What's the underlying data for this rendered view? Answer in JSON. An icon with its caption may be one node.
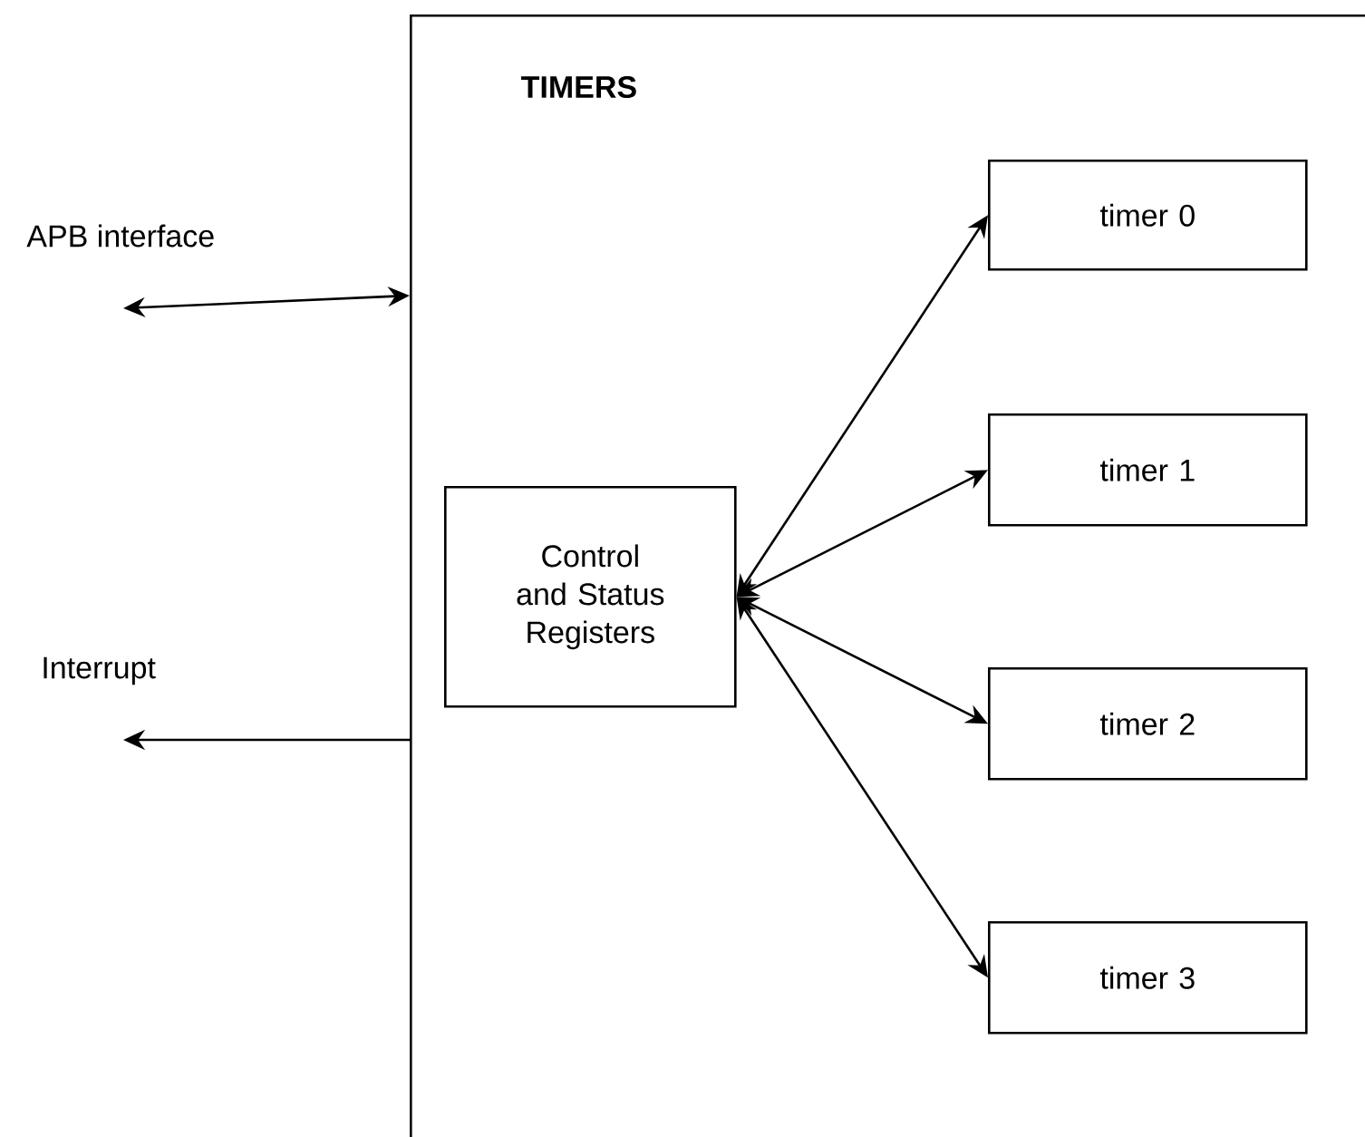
{
  "diagram": {
    "nodes": [
      {
        "text": [
          "TIMERS"
        ]
      },
      {
        "text": [
          "Control and Status Registers"
        ],
        "in": 0
      },
      {
        "text": [
          "timer 0"
        ],
        "in": 0
      },
      {
        "text": [
          "timer 1"
        ],
        "in": 0
      },
      {
        "text": [
          "timer 2"
        ],
        "in": 0
      },
      {
        "text": [
          "timer 3"
        ],
        "in": 0
      }
    ],
    "edges": [
      {
        "from": null,
        "to": 0,
        "arrow": "both"
      },
      {
        "from": 0,
        "to": null,
        "arrow": "to"
      },
      {
        "from": 1,
        "to": 2,
        "arrow": "both"
      },
      {
        "from": 1,
        "to": 3,
        "arrow": "both"
      },
      {
        "from": 1,
        "to": 4,
        "arrow": "both"
      },
      {
        "from": 1,
        "to": 5,
        "arrow": "both"
      }
    ],
    "labels": [
      "APB interface",
      "Interrupt"
    ]
  }
}
